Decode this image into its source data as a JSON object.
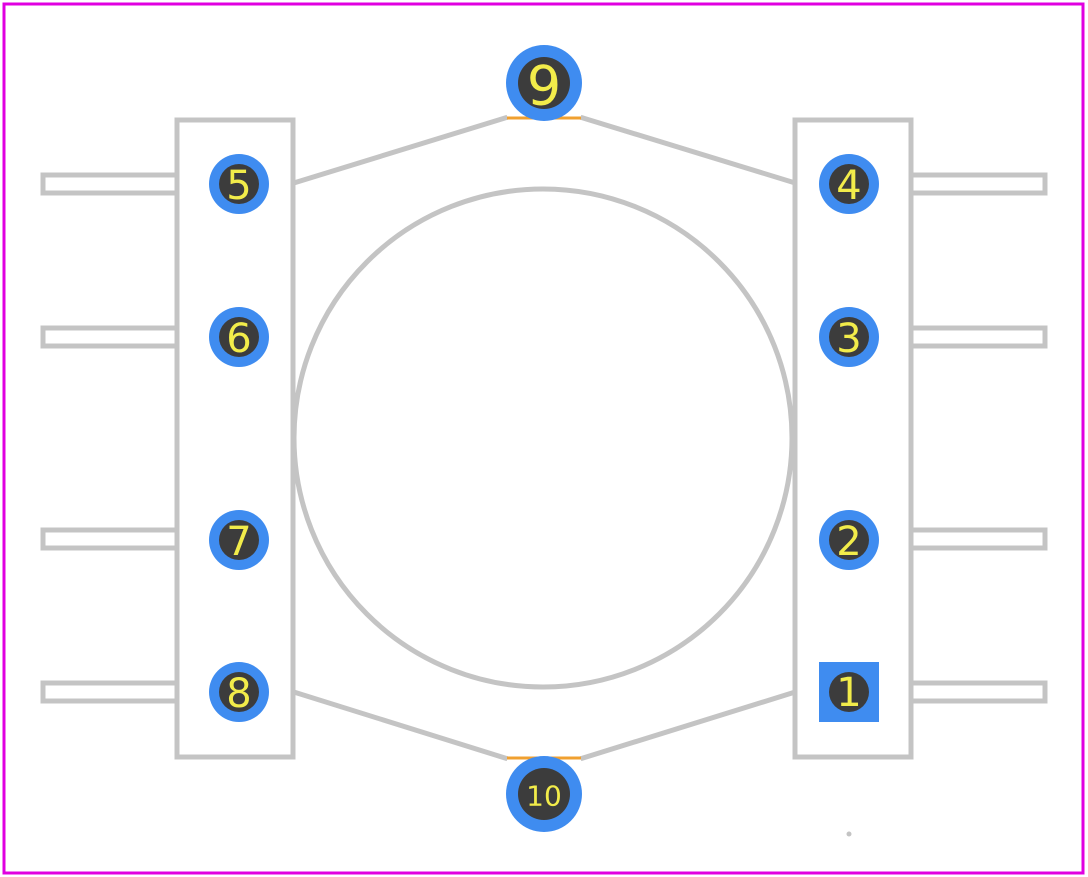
{
  "colors": {
    "background": "#ffffff",
    "board_outline": "#e000e0",
    "silkscreen": "#c4c4c4",
    "copper_pad": "#3f8cf0",
    "drill_hole": "#3c3c3c",
    "pad_label": "#f2ec4a",
    "keepout_line": "#f0a030"
  },
  "pads": [
    {
      "label": "1",
      "shape": "square"
    },
    {
      "label": "2",
      "shape": "round"
    },
    {
      "label": "3",
      "shape": "round"
    },
    {
      "label": "4",
      "shape": "round"
    },
    {
      "label": "5",
      "shape": "round"
    },
    {
      "label": "6",
      "shape": "round"
    },
    {
      "label": "7",
      "shape": "round"
    },
    {
      "label": "8",
      "shape": "round"
    },
    {
      "label": "9",
      "shape": "round"
    },
    {
      "label": "10",
      "shape": "round"
    }
  ]
}
